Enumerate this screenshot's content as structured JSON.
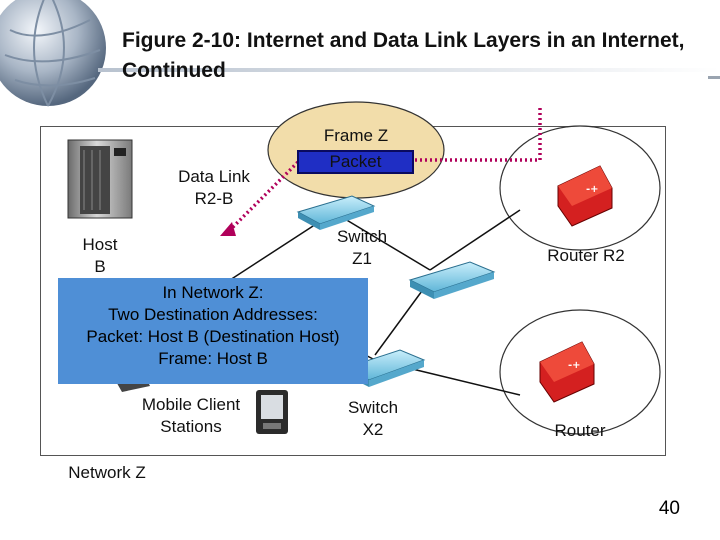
{
  "title": "Figure 2-10: Internet and Data Link Layers in an Internet, Continued",
  "frame_label": "Frame Z",
  "packet_label": "Packet",
  "data_link_label": "Data Link\nR2-B",
  "host_label": "Host\nB",
  "switch_z1_label": "Switch\nZ1",
  "router_r2_label": "Router R2",
  "mobile_label": "Mobile Client\nStations",
  "switch_x2_label": "Switch\nX2",
  "router_label": "Router",
  "network_label": "Network Z",
  "callout_lines": [
    "In Network Z:",
    "Two Destination Addresses:",
    "Packet: Host B (Destination Host)",
    "Frame: Host B"
  ],
  "page_number": "40",
  "colors": {
    "callout": "#4f8fd6",
    "packet": "#1f2ec4",
    "frame_oval": "#f2ddaa",
    "dotted_path": "#b0005a",
    "switch": "#8fd3ec",
    "router": "#d42020"
  }
}
